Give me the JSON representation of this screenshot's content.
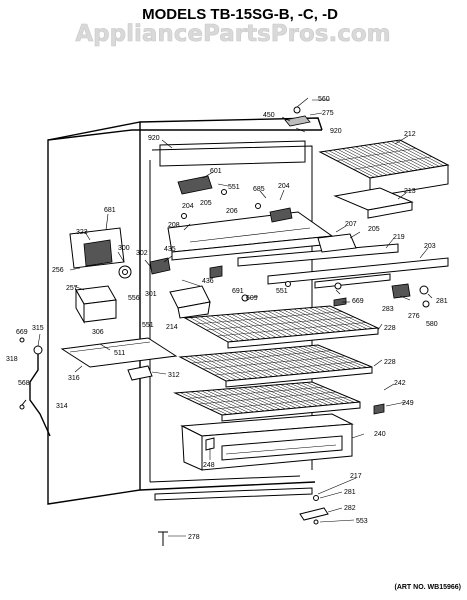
{
  "title": "MODELS TB-15SG-B, -C, -D",
  "watermark": "AppliancePartsPros.com",
  "art_no": "(ART NO. WB15966)",
  "callouts": [
    {
      "id": "560",
      "text": "560"
    },
    {
      "id": "450",
      "text": "450"
    },
    {
      "id": "275",
      "text": "275"
    },
    {
      "id": "920a",
      "text": "920"
    },
    {
      "id": "920b",
      "text": "920"
    },
    {
      "id": "212",
      "text": "212"
    },
    {
      "id": "601",
      "text": "601"
    },
    {
      "id": "551a",
      "text": "551"
    },
    {
      "id": "685",
      "text": "685"
    },
    {
      "id": "204a",
      "text": "204"
    },
    {
      "id": "204b",
      "text": "204"
    },
    {
      "id": "213",
      "text": "213"
    },
    {
      "id": "205a",
      "text": "205"
    },
    {
      "id": "206",
      "text": "206"
    },
    {
      "id": "208",
      "text": "208"
    },
    {
      "id": "207",
      "text": "207"
    },
    {
      "id": "205b",
      "text": "205"
    },
    {
      "id": "681",
      "text": "681"
    },
    {
      "id": "219",
      "text": "219"
    },
    {
      "id": "203",
      "text": "203"
    },
    {
      "id": "323",
      "text": "323"
    },
    {
      "id": "300",
      "text": "300"
    },
    {
      "id": "302",
      "text": "302"
    },
    {
      "id": "435",
      "text": "435"
    },
    {
      "id": "256",
      "text": "256"
    },
    {
      "id": "436",
      "text": "436"
    },
    {
      "id": "257",
      "text": "257"
    },
    {
      "id": "301",
      "text": "301"
    },
    {
      "id": "556",
      "text": "556"
    },
    {
      "id": "691",
      "text": "691"
    },
    {
      "id": "551b",
      "text": "551"
    },
    {
      "id": "609",
      "text": "609"
    },
    {
      "id": "669a",
      "text": "669"
    },
    {
      "id": "281a",
      "text": "281"
    },
    {
      "id": "306",
      "text": "306"
    },
    {
      "id": "551c",
      "text": "551"
    },
    {
      "id": "214",
      "text": "214"
    },
    {
      "id": "283",
      "text": "283"
    },
    {
      "id": "276",
      "text": "276"
    },
    {
      "id": "228a",
      "text": "228"
    },
    {
      "id": "580",
      "text": "580"
    },
    {
      "id": "669b",
      "text": "669"
    },
    {
      "id": "315",
      "text": "315"
    },
    {
      "id": "318",
      "text": "318"
    },
    {
      "id": "511",
      "text": "511"
    },
    {
      "id": "228b",
      "text": "228"
    },
    {
      "id": "316",
      "text": "316"
    },
    {
      "id": "312",
      "text": "312"
    },
    {
      "id": "568",
      "text": "568"
    },
    {
      "id": "242",
      "text": "242"
    },
    {
      "id": "314",
      "text": "314"
    },
    {
      "id": "249",
      "text": "249"
    },
    {
      "id": "240",
      "text": "240"
    },
    {
      "id": "248",
      "text": "248"
    },
    {
      "id": "217",
      "text": "217"
    },
    {
      "id": "281b",
      "text": "281"
    },
    {
      "id": "282",
      "text": "282"
    },
    {
      "id": "553",
      "text": "553"
    },
    {
      "id": "278",
      "text": "278"
    }
  ]
}
